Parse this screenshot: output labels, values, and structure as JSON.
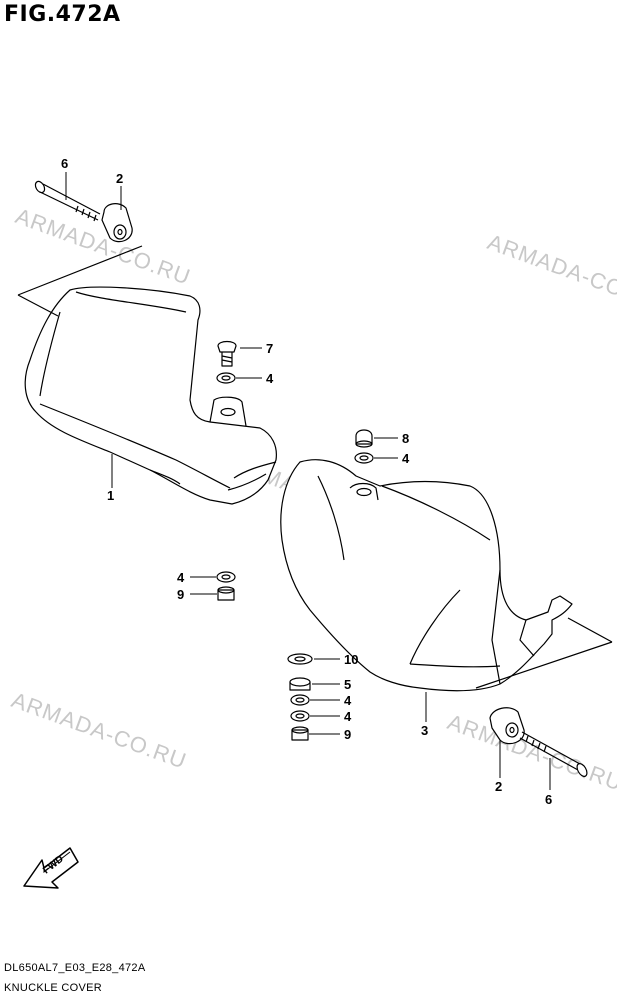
{
  "figure": {
    "title": "FIG.472A",
    "code": "DL650AL7_E03_E28_472A",
    "name": "KNUCKLE COVER"
  },
  "watermarks": [
    "ARMADA-CO.RU",
    "ARMADA-CO.RU",
    "ARMADA-CO.RU",
    "ARMADA-CO.RU",
    "ARMADA-CO.RU"
  ],
  "callouts": {
    "c1": "1",
    "c2a": "2",
    "c6a": "6",
    "c7": "7",
    "c4a": "4",
    "c8": "8",
    "c4b": "4",
    "c4c": "4",
    "c9a": "9",
    "c10": "10",
    "c5": "5",
    "c4d": "4",
    "c4e": "4",
    "c9b": "9",
    "c3": "3",
    "c2b": "2",
    "c6b": "6"
  },
  "fwd_label": "FWD",
  "colors": {
    "line": "#000000",
    "watermark": "#c8c8c8"
  }
}
